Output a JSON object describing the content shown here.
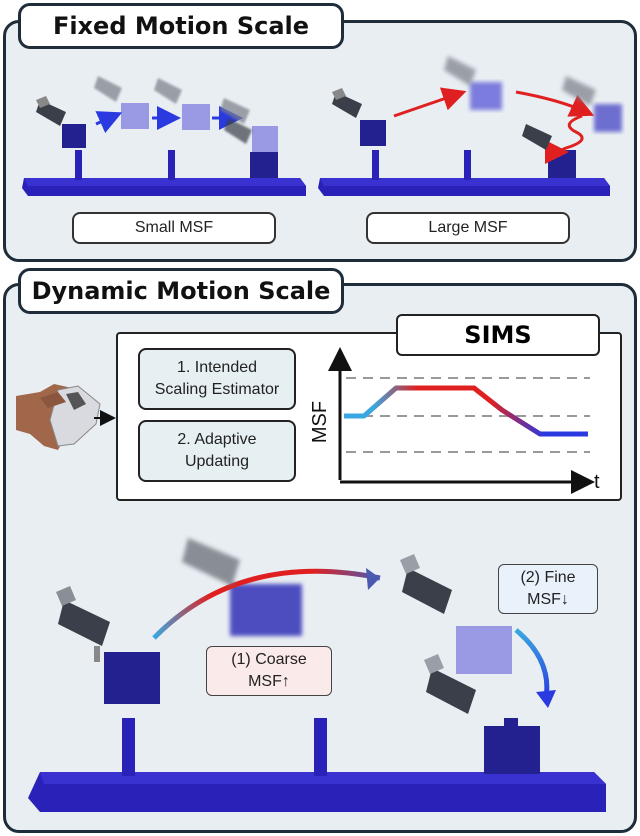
{
  "top_panel": {
    "title": "Fixed Motion Scale",
    "small_label": "Small MSF",
    "large_label": "Large MSF"
  },
  "bottom_panel": {
    "title": "Dynamic Motion Scale",
    "sims_title": "SIMS",
    "module1": "1. Intended\nScaling Estimator",
    "module2": "2. Adaptive\nUpdating",
    "graph_ylabel": "MSF",
    "graph_xlabel": "t",
    "coarse_line1": "(1) Coarse",
    "coarse_line2": "MSF↑",
    "fine_line1": "(2) Fine",
    "fine_line2": "MSF↓"
  },
  "colors": {
    "panel_bg": "#e9eef3",
    "base_blue": "#2a22b8",
    "cube_blue": "#232090",
    "ghost_cube": "#8c8ae0",
    "arrow_red": "#e02020",
    "arrow_blue": "#2a3ae0",
    "msf_light_blue": "#3aa8e0"
  }
}
